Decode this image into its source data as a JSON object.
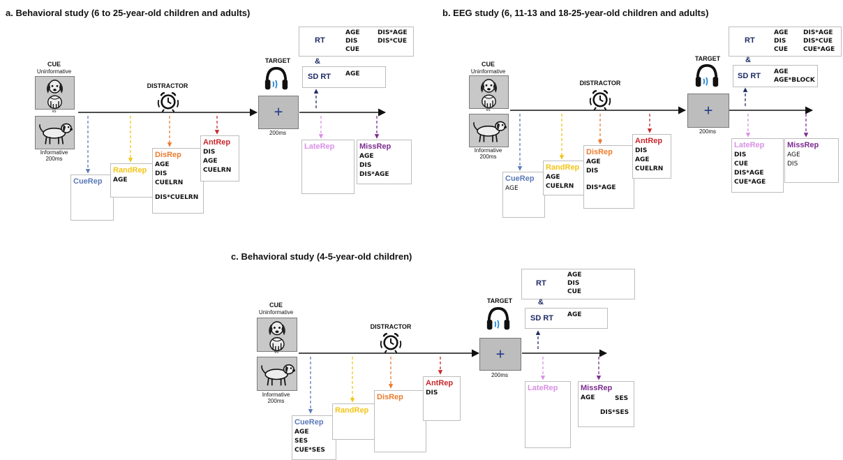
{
  "panel_a": {
    "title": "a. Behavioral study (6 to 25-year-old children and adults)",
    "cue": {
      "heading": "CUE",
      "top_label": "Uninformative",
      "vs": "vs",
      "bottom_label": "Informative",
      "duration": "200ms"
    },
    "distractor": "DISTRACTOR",
    "target": {
      "label": "TARGET",
      "duration": "200ms",
      "symbol": "+"
    },
    "rt": {
      "label": "RT",
      "col1": [
        "AGE",
        "DIS",
        "CUE"
      ],
      "col2": [
        "DIS*AGE",
        "DIS*CUE"
      ]
    },
    "amp": "&",
    "sdrt": {
      "label": "SD RT",
      "col1": [
        "AGE"
      ]
    },
    "boxes": [
      {
        "key": "cuerep",
        "title": "CueRep",
        "items": []
      },
      {
        "key": "randrep",
        "title": "RandRep",
        "items": [
          "AGE"
        ]
      },
      {
        "key": "disrep",
        "title": "DisRep",
        "items": [
          "AGE",
          "DIS",
          "CUELRN",
          "",
          "DIS*CUELRN"
        ]
      },
      {
        "key": "antrep",
        "title": "AntRep",
        "items": [
          "DIS",
          "AGE",
          "CUELRN"
        ]
      },
      {
        "key": "laterep",
        "title": "LateRep",
        "items": []
      },
      {
        "key": "missrep",
        "title": "MissRep",
        "items": [
          "AGE",
          "DIS",
          "DIS*AGE"
        ]
      }
    ]
  },
  "panel_b": {
    "title": "b. EEG study (6, 11-13 and 18-25-year-old children and adults)",
    "cue": {
      "heading": "CUE",
      "top_label": "Uninformative",
      "vs": "vs",
      "bottom_label": "Informative",
      "duration": "200ms"
    },
    "distractor": "DISTRACTOR",
    "target": {
      "label": "TARGET",
      "duration": "200ms",
      "symbol": "+"
    },
    "rt": {
      "label": "RT",
      "col1": [
        "AGE",
        "DIS",
        "CUE"
      ],
      "col2": [
        "DIS*AGE",
        "DIS*CUE",
        "CUE*AGE"
      ]
    },
    "amp": "&",
    "sdrt": {
      "label": "SD RT",
      "col1": [
        "AGE",
        "AGE*BLOCK"
      ]
    },
    "boxes": [
      {
        "key": "cuerep",
        "title": "CueRep",
        "items": [
          "AGE"
        ]
      },
      {
        "key": "randrep",
        "title": "RandRep",
        "items": [
          "AGE",
          "CUELRN"
        ]
      },
      {
        "key": "disrep",
        "title": "DisRep",
        "items": [
          "AGE",
          "DIS",
          "",
          "DIS*AGE"
        ]
      },
      {
        "key": "antrep",
        "title": "AntRep",
        "items": [
          "DIS",
          "AGE",
          "CUELRN"
        ]
      },
      {
        "key": "laterep",
        "title": "LateRep",
        "items": [
          "DIS",
          "CUE",
          "DIS*AGE",
          "CUE*AGE"
        ]
      },
      {
        "key": "missrep",
        "title": "MissRep",
        "items": [
          "AGE",
          "DIS"
        ]
      }
    ]
  },
  "panel_c": {
    "title": "c. Behavioral study (4-5-year-old children)",
    "cue": {
      "heading": "CUE",
      "top_label": "Uninformative",
      "vs": "vs",
      "bottom_label": "Informative",
      "duration": "200ms"
    },
    "distractor": "DISTRACTOR",
    "target": {
      "label": "TARGET",
      "duration": "200ms",
      "symbol": "+"
    },
    "rt": {
      "label": "RT",
      "col1": [
        "AGE",
        "DIS",
        "CUE"
      ],
      "col2": []
    },
    "amp": "&",
    "sdrt": {
      "label": "SD RT",
      "col1": [
        "AGE"
      ]
    },
    "boxes": [
      {
        "key": "cuerep",
        "title": "CueRep",
        "items": [
          "AGE",
          "SES",
          "CUE*SES"
        ]
      },
      {
        "key": "randrep",
        "title": "RandRep",
        "items": []
      },
      {
        "key": "disrep",
        "title": "DisRep",
        "items": []
      },
      {
        "key": "antrep",
        "title": "AntRep",
        "items": [
          "DIS"
        ]
      },
      {
        "key": "laterep",
        "title": "LateRep",
        "items": []
      },
      {
        "key": "missrep",
        "title": "MissRep",
        "items": [
          "AGE",
          "",
          "DIS*SES"
        ],
        "items_right": [
          "SES"
        ]
      }
    ]
  },
  "colors": {
    "cuerep": "#5b79b8",
    "randrep": "#f3c418",
    "disrep": "#ec7b2f",
    "antrep": "#c8282e",
    "laterep": "#d990e6",
    "missrep": "#7b2b8e",
    "rt": "#1c2a63",
    "sdrt_arrow": "#1c2a63"
  },
  "icons": {
    "headphones": "headphones-icon",
    "distractor": "alarm-clock-icon",
    "dog": "dog-icon"
  }
}
